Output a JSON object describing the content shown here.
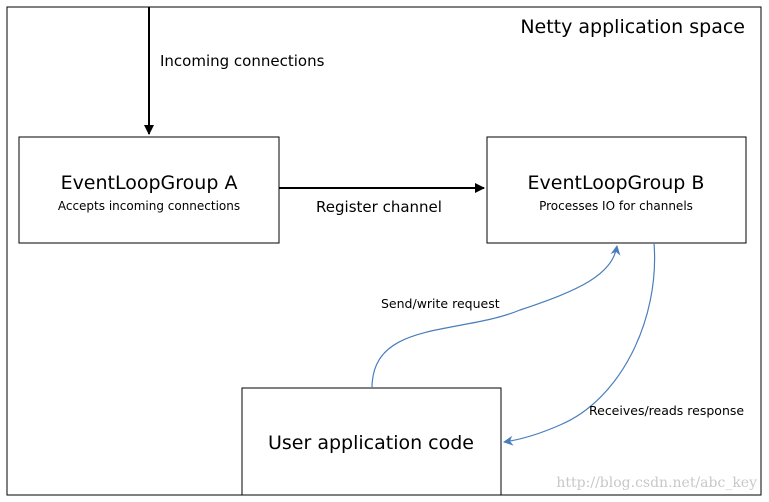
{
  "space": {
    "title": "Netty application space"
  },
  "nodes": {
    "group_a": {
      "title": "EventLoopGroup A",
      "subtitle": "Accepts incoming connections"
    },
    "group_b": {
      "title": "EventLoopGroup B",
      "subtitle": "Processes IO for channels"
    },
    "user_code": {
      "title": "User application code"
    }
  },
  "edges": {
    "incoming": "Incoming connections",
    "register": "Register channel",
    "send_write": "Send/write request",
    "receive_read": "Receives/reads response"
  },
  "watermark": "http://blog.csdn.net/abc_key",
  "colors": {
    "box_stroke": "#000000",
    "curve_stroke": "#4a7ebb",
    "watermark": "#c8c8c8"
  }
}
